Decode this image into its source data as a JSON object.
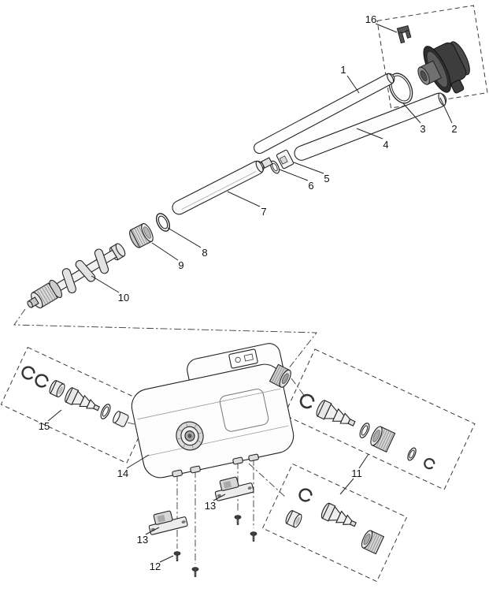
{
  "figure": {
    "type": "exploded-parts-diagram",
    "background_color": "#ffffff",
    "line_color": "#222222",
    "part_labels": {
      "l1": "1",
      "l2": "2",
      "l3": "3",
      "l4": "4",
      "l5": "5",
      "l6": "6",
      "l7": "7",
      "l8": "8",
      "l9": "9",
      "l10": "10",
      "l11": "11",
      "l12": "12",
      "l13": "13",
      "l13b": "13",
      "l14": "14",
      "l15": "15",
      "l16": "16"
    }
  }
}
